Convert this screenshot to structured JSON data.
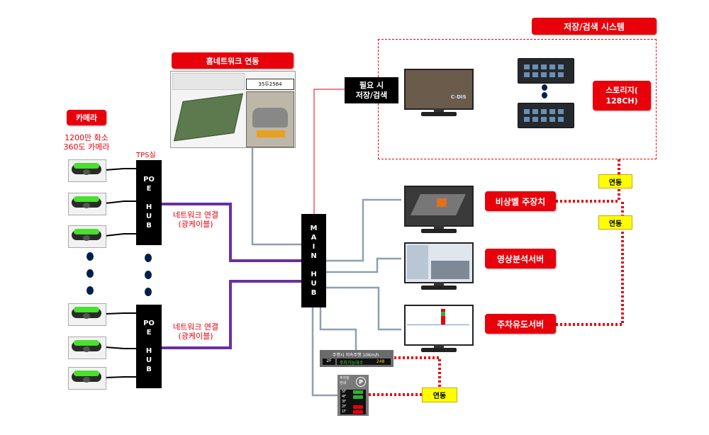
{
  "camera": {
    "title": "카메라",
    "spec_line1": "1200만 화소",
    "spec_line2": "360도 카메라",
    "tps_label": "TPS실"
  },
  "hubs": {
    "poe_hub_label_lines": [
      "PO",
      "E",
      "",
      "H",
      "U",
      "B"
    ],
    "main_hub_label_lines": [
      "M",
      "A",
      "I",
      "N",
      "",
      "H",
      "U",
      "B"
    ]
  },
  "network": {
    "link_line1": "네트워크 연결",
    "link_line2": "(광케이블)"
  },
  "home_network": {
    "title": "홈네트워크 연동",
    "plate_number": "35두2564"
  },
  "storage_search": {
    "callout_line1": "필요 시",
    "callout_line2": "저장/검색",
    "system_title": "저장/검색 시스템",
    "storage_line1": "스토리지(",
    "storage_line2": "128CH)",
    "monitor_logo": "C-DIS"
  },
  "servers": {
    "emergency_bell": "비상벨 주장치",
    "video_analysis": "영상분석서버",
    "parking_guidance": "주차유도서버"
  },
  "links": {
    "interlock_1": "연동",
    "interlock_2": "연동",
    "interlock_3": "연동"
  },
  "signs": {
    "led_top_text": "주행시 저속주행 10Km/h",
    "led_floor": "2F",
    "led_avail_label": "주차가능대수",
    "led_avail_count": "248",
    "guide_title_line1": "주차장",
    "guide_title_line2": "안내",
    "guide_floors": [
      "5F",
      "4F",
      "3F",
      "2F",
      "1F"
    ]
  },
  "colors": {
    "accent_red": "#e8000b",
    "link_purple": "#6b2fa0",
    "link_gray": "#8da0b3",
    "interlock_yellow": "#ffff00"
  }
}
